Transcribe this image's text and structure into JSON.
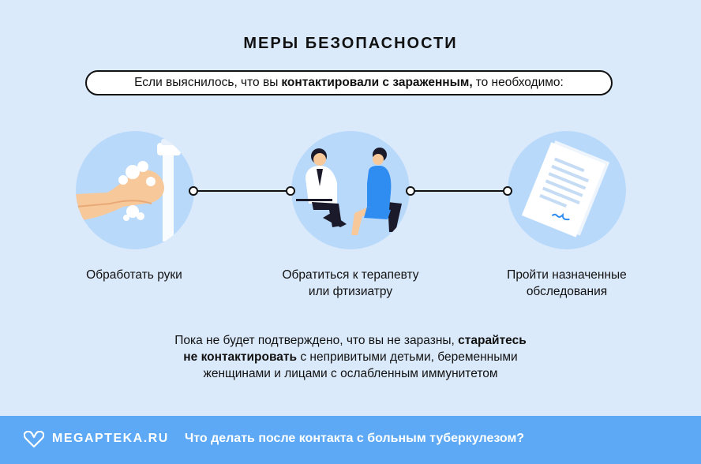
{
  "title": "МЕРЫ БЕЗОПАСНОСТИ",
  "intro": {
    "before": "Если выяснилось, что вы",
    "bold": "контактировали с зараженным,",
    "after": "то необходимо:"
  },
  "steps": [
    {
      "label_line1": "Обработать руки",
      "label_line2": "",
      "icon": "hand-washing-illustration"
    },
    {
      "label_line1": "Обратиться к терапевту",
      "label_line2": "или фтизиатру",
      "icon": "doctor-consultation-illustration"
    },
    {
      "label_line1": "Пройти назначенные",
      "label_line2": "обследования",
      "icon": "medical-document-illustration"
    }
  ],
  "note": {
    "part1": "Пока не будет подтверждено, что вы не заразны,",
    "bold1": "старайтесь",
    "bold2": "не контактировать",
    "part2": "с непривитыми детьми, беременными",
    "part3": "женщинами и лицами с ослабленным иммунитетом"
  },
  "footer": {
    "brand": "MEGAPTEKA.RU",
    "caption": "Что делать после контакта с больным туберкулезом?",
    "logo_icon": "heart-m-logo-icon"
  },
  "colors": {
    "background": "#dbeafb",
    "circle": "#b9d9fb",
    "footer": "#5da9f5",
    "accent_blue": "#2f8cf0"
  }
}
